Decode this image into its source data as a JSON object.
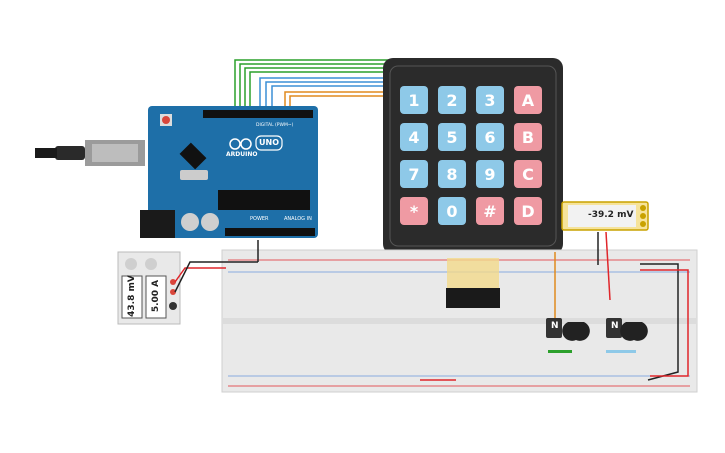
{
  "keypad": {
    "rows": [
      [
        "1",
        "2",
        "3",
        "A"
      ],
      [
        "4",
        "5",
        "6",
        "B"
      ],
      [
        "7",
        "8",
        "9",
        "C"
      ],
      [
        "*",
        "0",
        "#",
        "D"
      ]
    ]
  },
  "arduino": {
    "logo_text": "UNO",
    "brand": "ARDUINO",
    "digital_label": "DIGITAL (PWM~)",
    "power_label": "POWER",
    "analog_label": "ANALOG IN"
  },
  "multimeter": {
    "reading": "-39.2 mV"
  },
  "power_supply": {
    "voltage": "43.8 mV",
    "current": "5.00 A"
  },
  "transistors": {
    "label": "N"
  },
  "colors": {
    "board": "#1e6fa8",
    "keypad": "#2b2b2b",
    "wire_red": "#e0262b",
    "wire_black": "#222222",
    "wire_green": "#2ca02c",
    "wire_blue": "#3b8fd6",
    "wire_orange": "#e08a1e",
    "breadboard": "#e9e9e9"
  }
}
